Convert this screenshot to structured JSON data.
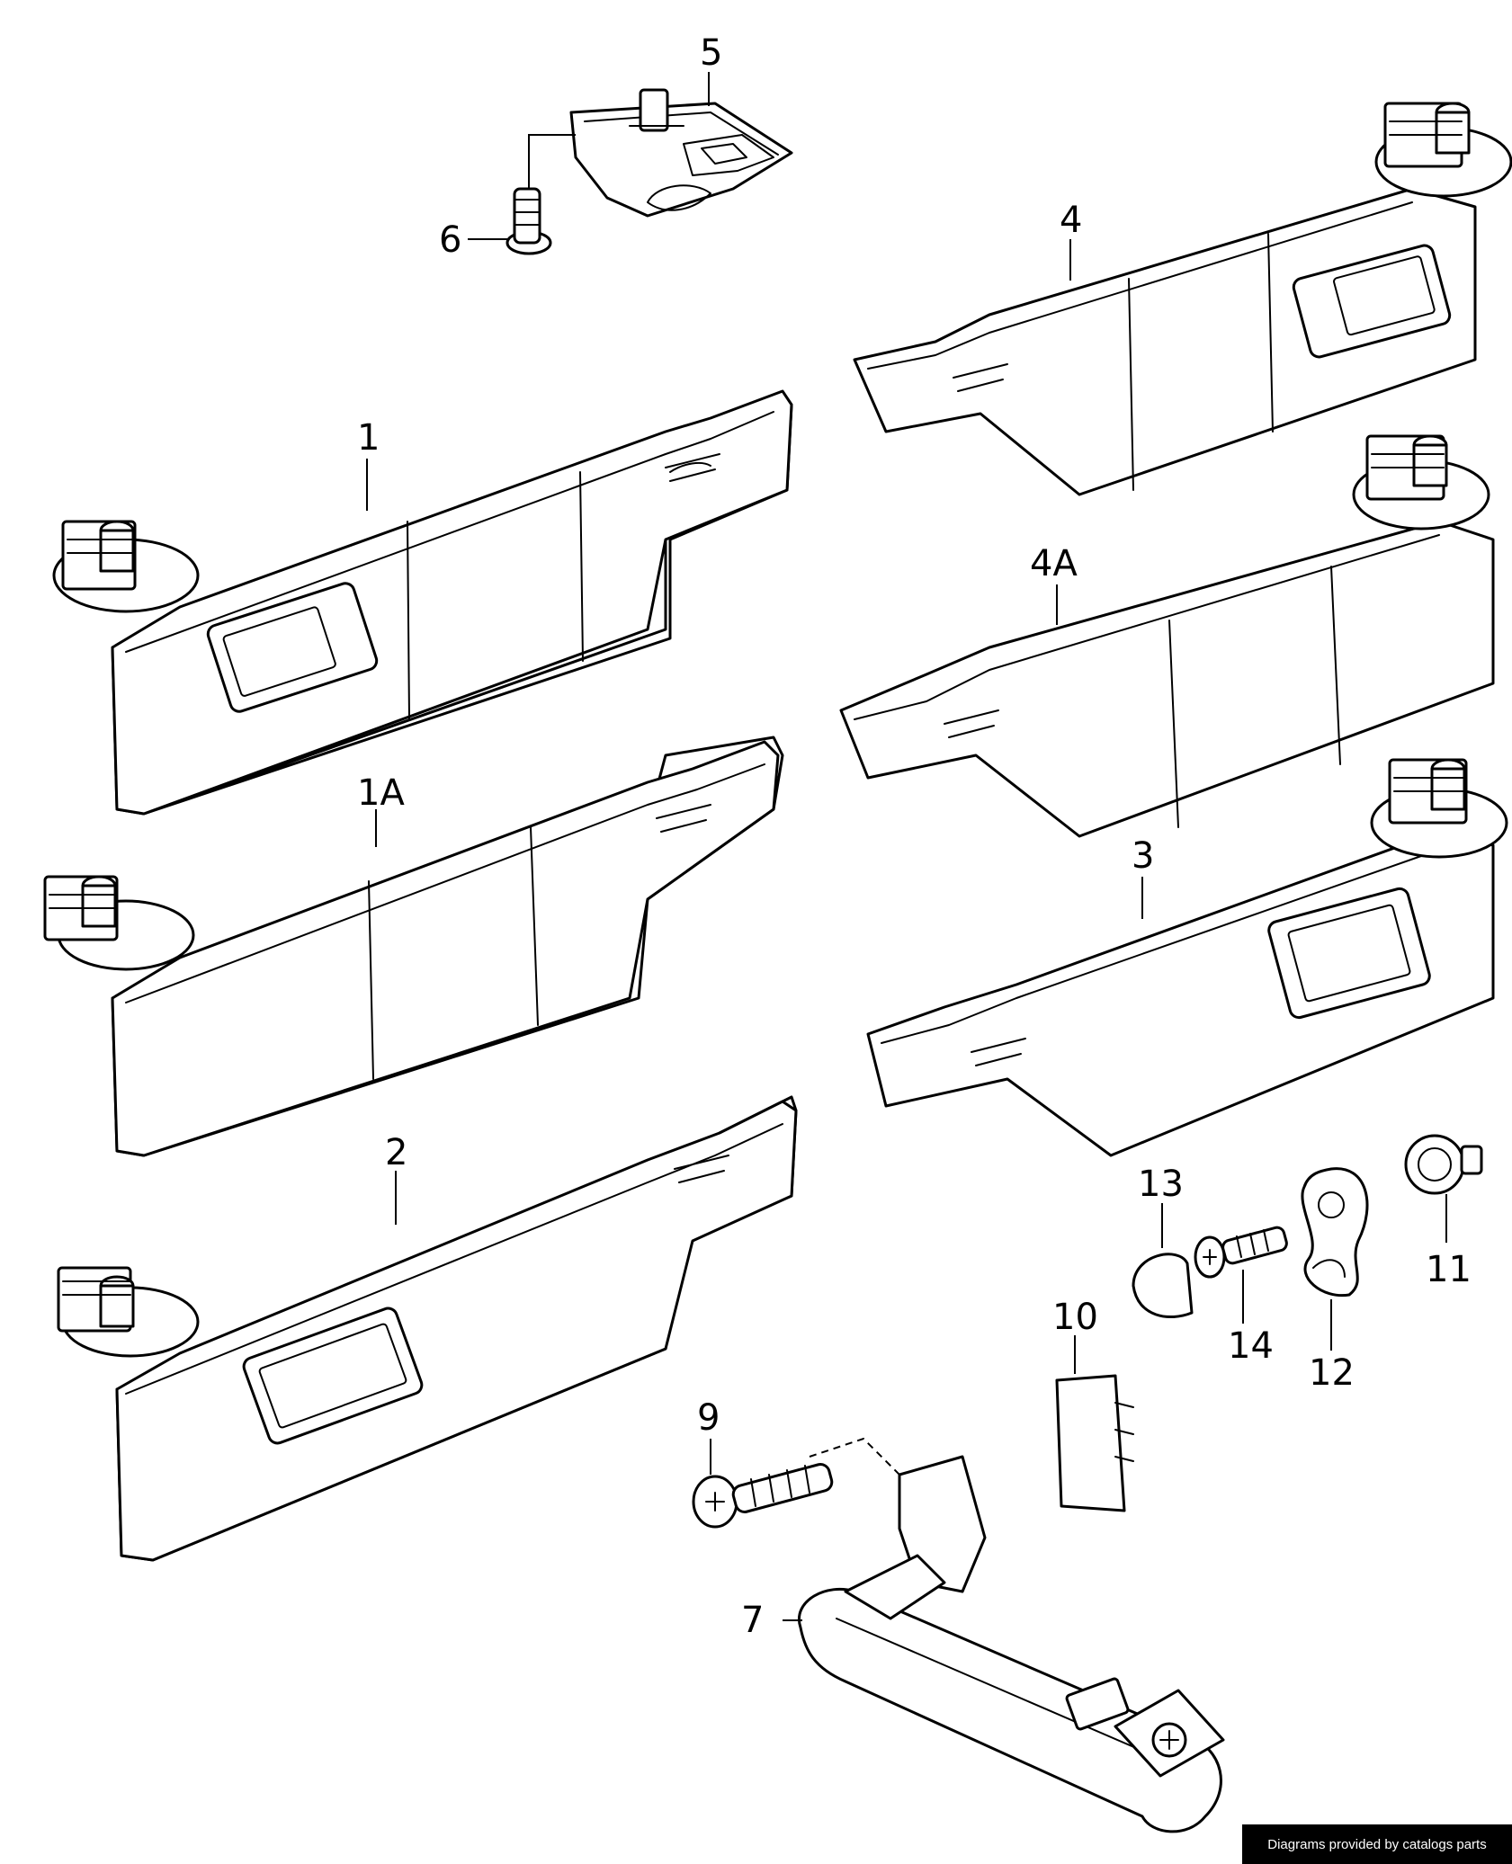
{
  "callouts": {
    "p1": "1",
    "p1A": "1A",
    "p2": "2",
    "p3": "3",
    "p4": "4",
    "p4A": "4A",
    "p5": "5",
    "p6": "6",
    "p7": "7",
    "p9": "9",
    "p10": "10",
    "p11": "11",
    "p12": "12",
    "p13": "13",
    "p14": "14"
  },
  "credit": "Diagrams provided by catalogs parts"
}
